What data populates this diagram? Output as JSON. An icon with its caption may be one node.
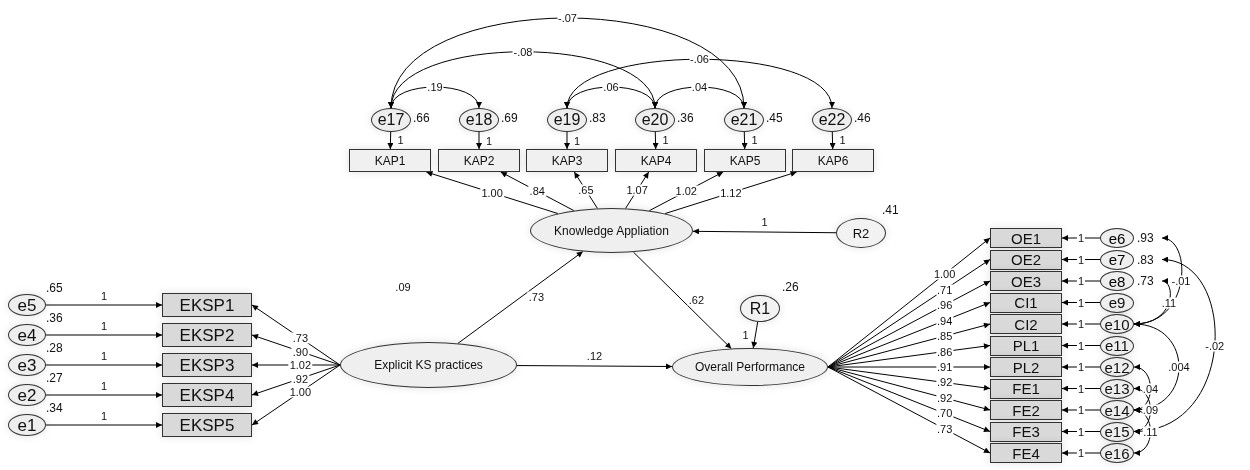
{
  "diagram": {
    "nodes": [
      {
        "text": [
          "e17"
        ],
        "beside": [
          ".66"
        ]
      },
      {
        "text": [
          "e18"
        ],
        "beside": [
          ".69"
        ]
      },
      {
        "text": [
          "e19"
        ],
        "beside": [
          ".83"
        ]
      },
      {
        "text": [
          "e20"
        ],
        "beside": [
          ".36"
        ]
      },
      {
        "text": [
          "e21"
        ],
        "beside": [
          ".45"
        ]
      },
      {
        "text": [
          "e22"
        ],
        "beside": [
          ".46"
        ]
      },
      {
        "text": [
          "KAP1"
        ]
      },
      {
        "text": [
          "KAP2"
        ]
      },
      {
        "text": [
          "KAP3"
        ]
      },
      {
        "text": [
          "KAP4"
        ]
      },
      {
        "text": [
          "KAP5"
        ]
      },
      {
        "text": [
          "KAP6"
        ]
      },
      {
        "text": [
          "Knowledge Appliation"
        ]
      },
      {
        "text": [
          "R2"
        ],
        "beside": [
          ".41"
        ]
      },
      {
        "text": [
          "e5"
        ],
        "beside": [
          ".65"
        ]
      },
      {
        "text": [
          "e4"
        ],
        "beside": [
          ".36"
        ]
      },
      {
        "text": [
          "e3"
        ],
        "beside": [
          ".28"
        ]
      },
      {
        "text": [
          "e2"
        ],
        "beside": [
          ".27"
        ]
      },
      {
        "text": [
          "e1"
        ],
        "beside": [
          ".34"
        ]
      },
      {
        "text": [
          "EKSP1"
        ]
      },
      {
        "text": [
          "EKSP2"
        ]
      },
      {
        "text": [
          "EKSP3"
        ]
      },
      {
        "text": [
          "EKSP4"
        ]
      },
      {
        "text": [
          "EKSP5"
        ]
      },
      {
        "text": [
          "Explicit KS practices"
        ]
      },
      {
        "text": [
          "R1"
        ],
        "beside": [
          ".26"
        ]
      },
      {
        "text": [
          "Overall Performance"
        ]
      },
      {
        "text": [
          "OE1"
        ]
      },
      {
        "text": [
          "OE2"
        ]
      },
      {
        "text": [
          "OE3"
        ]
      },
      {
        "text": [
          "CI1"
        ]
      },
      {
        "text": [
          "CI2"
        ]
      },
      {
        "text": [
          "PL1"
        ]
      },
      {
        "text": [
          "PL2"
        ]
      },
      {
        "text": [
          "FE1"
        ]
      },
      {
        "text": [
          "FE2"
        ]
      },
      {
        "text": [
          "FE3"
        ]
      },
      {
        "text": [
          "FE4"
        ]
      },
      {
        "text": [
          "e6"
        ],
        "beside": [
          ".93"
        ]
      },
      {
        "text": [
          "e7"
        ],
        "beside": [
          ".83"
        ]
      },
      {
        "text": [
          "e8"
        ],
        "beside": [
          ".73"
        ]
      },
      {
        "text": [
          "e9"
        ]
      },
      {
        "text": [
          "e10"
        ]
      },
      {
        "text": [
          "e11"
        ]
      },
      {
        "text": [
          "e12"
        ]
      },
      {
        "text": [
          "e13"
        ]
      },
      {
        "text": [
          "e14"
        ]
      },
      {
        "text": [
          "e15"
        ]
      },
      {
        "text": [
          "e16"
        ]
      }
    ],
    "edges": [
      {
        "from": 0,
        "to": 6,
        "arrow": "to",
        "label": "1"
      },
      {
        "from": 1,
        "to": 7,
        "arrow": "to",
        "label": "1"
      },
      {
        "from": 2,
        "to": 8,
        "arrow": "to",
        "label": "1"
      },
      {
        "from": 3,
        "to": 9,
        "arrow": "to",
        "label": "1"
      },
      {
        "from": 4,
        "to": 10,
        "arrow": "to",
        "label": "1"
      },
      {
        "from": 5,
        "to": 11,
        "arrow": "to",
        "label": "1"
      },
      {
        "from": 12,
        "to": 6,
        "arrow": "to",
        "label": "1.00"
      },
      {
        "from": 12,
        "to": 7,
        "arrow": "to",
        "label": ".84"
      },
      {
        "from": 12,
        "to": 8,
        "arrow": "to",
        "label": ".65"
      },
      {
        "from": 12,
        "to": 9,
        "arrow": "to",
        "label": "1.07"
      },
      {
        "from": 12,
        "to": 10,
        "arrow": "to",
        "label": "1.02"
      },
      {
        "from": 12,
        "to": 11,
        "arrow": "to",
        "label": "1.12"
      },
      {
        "from": 13,
        "to": 12,
        "arrow": "to",
        "label": "1"
      },
      {
        "from": 0,
        "to": 1,
        "arrow": "both",
        "label": ".19"
      },
      {
        "from": 0,
        "to": 3,
        "arrow": "both",
        "label": "-.08"
      },
      {
        "from": 0,
        "to": 4,
        "arrow": "both",
        "label": "-.07"
      },
      {
        "from": 2,
        "to": 3,
        "arrow": "both",
        "label": ".06"
      },
      {
        "from": 3,
        "to": 4,
        "arrow": "both",
        "label": ".04"
      },
      {
        "from": 2,
        "to": 5,
        "arrow": "both",
        "label": "-.06"
      },
      {
        "from": 14,
        "to": 19,
        "arrow": "to",
        "label": "1"
      },
      {
        "from": 15,
        "to": 20,
        "arrow": "to",
        "label": "1"
      },
      {
        "from": 16,
        "to": 21,
        "arrow": "to",
        "label": "1"
      },
      {
        "from": 17,
        "to": 22,
        "arrow": "to",
        "label": "1"
      },
      {
        "from": 18,
        "to": 23,
        "arrow": "to",
        "label": "1"
      },
      {
        "from": 24,
        "to": 19,
        "arrow": "to",
        "label": ".73"
      },
      {
        "from": 24,
        "to": 20,
        "arrow": "to",
        "label": ".90"
      },
      {
        "from": 24,
        "to": 21,
        "arrow": "to",
        "label": "1.02"
      },
      {
        "from": 24,
        "to": 22,
        "arrow": "to",
        "label": ".92"
      },
      {
        "from": 24,
        "to": 23,
        "arrow": "to",
        "label": "1.00"
      },
      {
        "from": 24,
        "to": 12,
        "arrow": "to",
        "label": ".73"
      },
      {
        "from": 24,
        "to": 26,
        "arrow": "to",
        "label": ".12"
      },
      {
        "from": 12,
        "to": 26,
        "arrow": "to",
        "label": ".62"
      },
      {
        "from": 25,
        "to": 26,
        "arrow": "to",
        "label": "1"
      },
      {
        "from": 26,
        "to": 27,
        "arrow": "to",
        "label": "1.00"
      },
      {
        "from": 26,
        "to": 28,
        "arrow": "to",
        "label": ".71"
      },
      {
        "from": 26,
        "to": 29,
        "arrow": "to",
        "label": ".96"
      },
      {
        "from": 26,
        "to": 30,
        "arrow": "to",
        "label": ".94"
      },
      {
        "from": 26,
        "to": 31,
        "arrow": "to",
        "label": ".85"
      },
      {
        "from": 26,
        "to": 32,
        "arrow": "to",
        "label": ".86"
      },
      {
        "from": 26,
        "to": 33,
        "arrow": "to",
        "label": ".91"
      },
      {
        "from": 26,
        "to": 34,
        "arrow": "to",
        "label": ".92"
      },
      {
        "from": 26,
        "to": 35,
        "arrow": "to",
        "label": ".92"
      },
      {
        "from": 26,
        "to": 36,
        "arrow": "to",
        "label": ".70"
      },
      {
        "from": 26,
        "to": 37,
        "arrow": "to",
        "label": ".73"
      },
      {
        "from": 38,
        "to": 27,
        "arrow": "to",
        "label": "1"
      },
      {
        "from": 39,
        "to": 28,
        "arrow": "to",
        "label": "1"
      },
      {
        "from": 40,
        "to": 29,
        "arrow": "to",
        "label": "1"
      },
      {
        "from": 41,
        "to": 30,
        "arrow": "to",
        "label": "1"
      },
      {
        "from": 42,
        "to": 31,
        "arrow": "to",
        "label": "1"
      },
      {
        "from": 43,
        "to": 32,
        "arrow": "to",
        "label": "1"
      },
      {
        "from": 44,
        "to": 33,
        "arrow": "to",
        "label": "1"
      },
      {
        "from": 45,
        "to": 34,
        "arrow": "to",
        "label": "1"
      },
      {
        "from": 46,
        "to": 35,
        "arrow": "to",
        "label": "1"
      },
      {
        "from": 47,
        "to": 36,
        "arrow": "to",
        "label": "1"
      },
      {
        "from": 48,
        "to": 37,
        "arrow": "to",
        "label": "1"
      },
      {
        "from": 38,
        "to": 42,
        "arrow": "both",
        "label": "-.01"
      },
      {
        "from": 40,
        "to": 42,
        "arrow": "both",
        "label": ".11"
      },
      {
        "from": 39,
        "to": 47,
        "arrow": "both",
        "label": "-.02"
      },
      {
        "from": 42,
        "to": 46,
        "arrow": "both",
        "label": ".004"
      },
      {
        "from": 44,
        "to": 46,
        "arrow": "both",
        "label": ".04"
      },
      {
        "from": 45,
        "to": 47,
        "arrow": "both",
        "label": ".09"
      },
      {
        "from": 46,
        "to": 48,
        "arrow": "both",
        "label": ".11"
      }
    ],
    "labels": [
      ".09"
    ]
  }
}
